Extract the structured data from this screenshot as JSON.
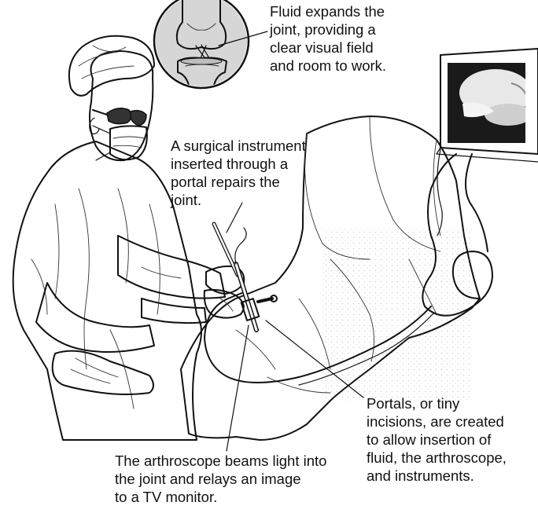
{
  "annotations": {
    "fluid": [
      "Fluid expands the",
      "joint, providing a",
      "clear visual field",
      "and room to work."
    ],
    "instrument": [
      "A surgical instrument",
      "inserted through a",
      "portal repairs the",
      "joint."
    ],
    "portals": [
      "Portals, or tiny",
      "incisions, are created",
      "to allow insertion of",
      "fluid, the arthroscope,",
      "and instruments."
    ],
    "arthroscope": [
      "The arthroscope beams light into",
      "the joint and relays an image",
      "to a TV monitor."
    ]
  },
  "colors": {
    "ink": "#111111",
    "inset_fill": "#d9d9d9",
    "monitor_screen": "#1a1a1a"
  }
}
